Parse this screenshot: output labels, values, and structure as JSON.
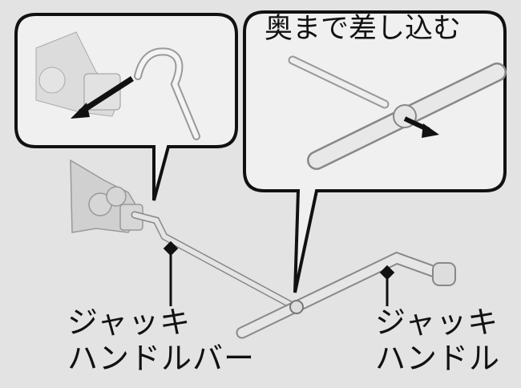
{
  "callout": {
    "insert_fully": "奥まで差し込む"
  },
  "labels": {
    "jack_handle_bar": [
      "ジャッキ",
      "ハンドルバー"
    ],
    "jack_handle": [
      "ジャッキ",
      "ハンドル"
    ]
  },
  "colors": {
    "background": "#e3e3e3",
    "bubble": "#f0f0f0",
    "outline": "#111111",
    "metal": "#d8d8d8"
  }
}
